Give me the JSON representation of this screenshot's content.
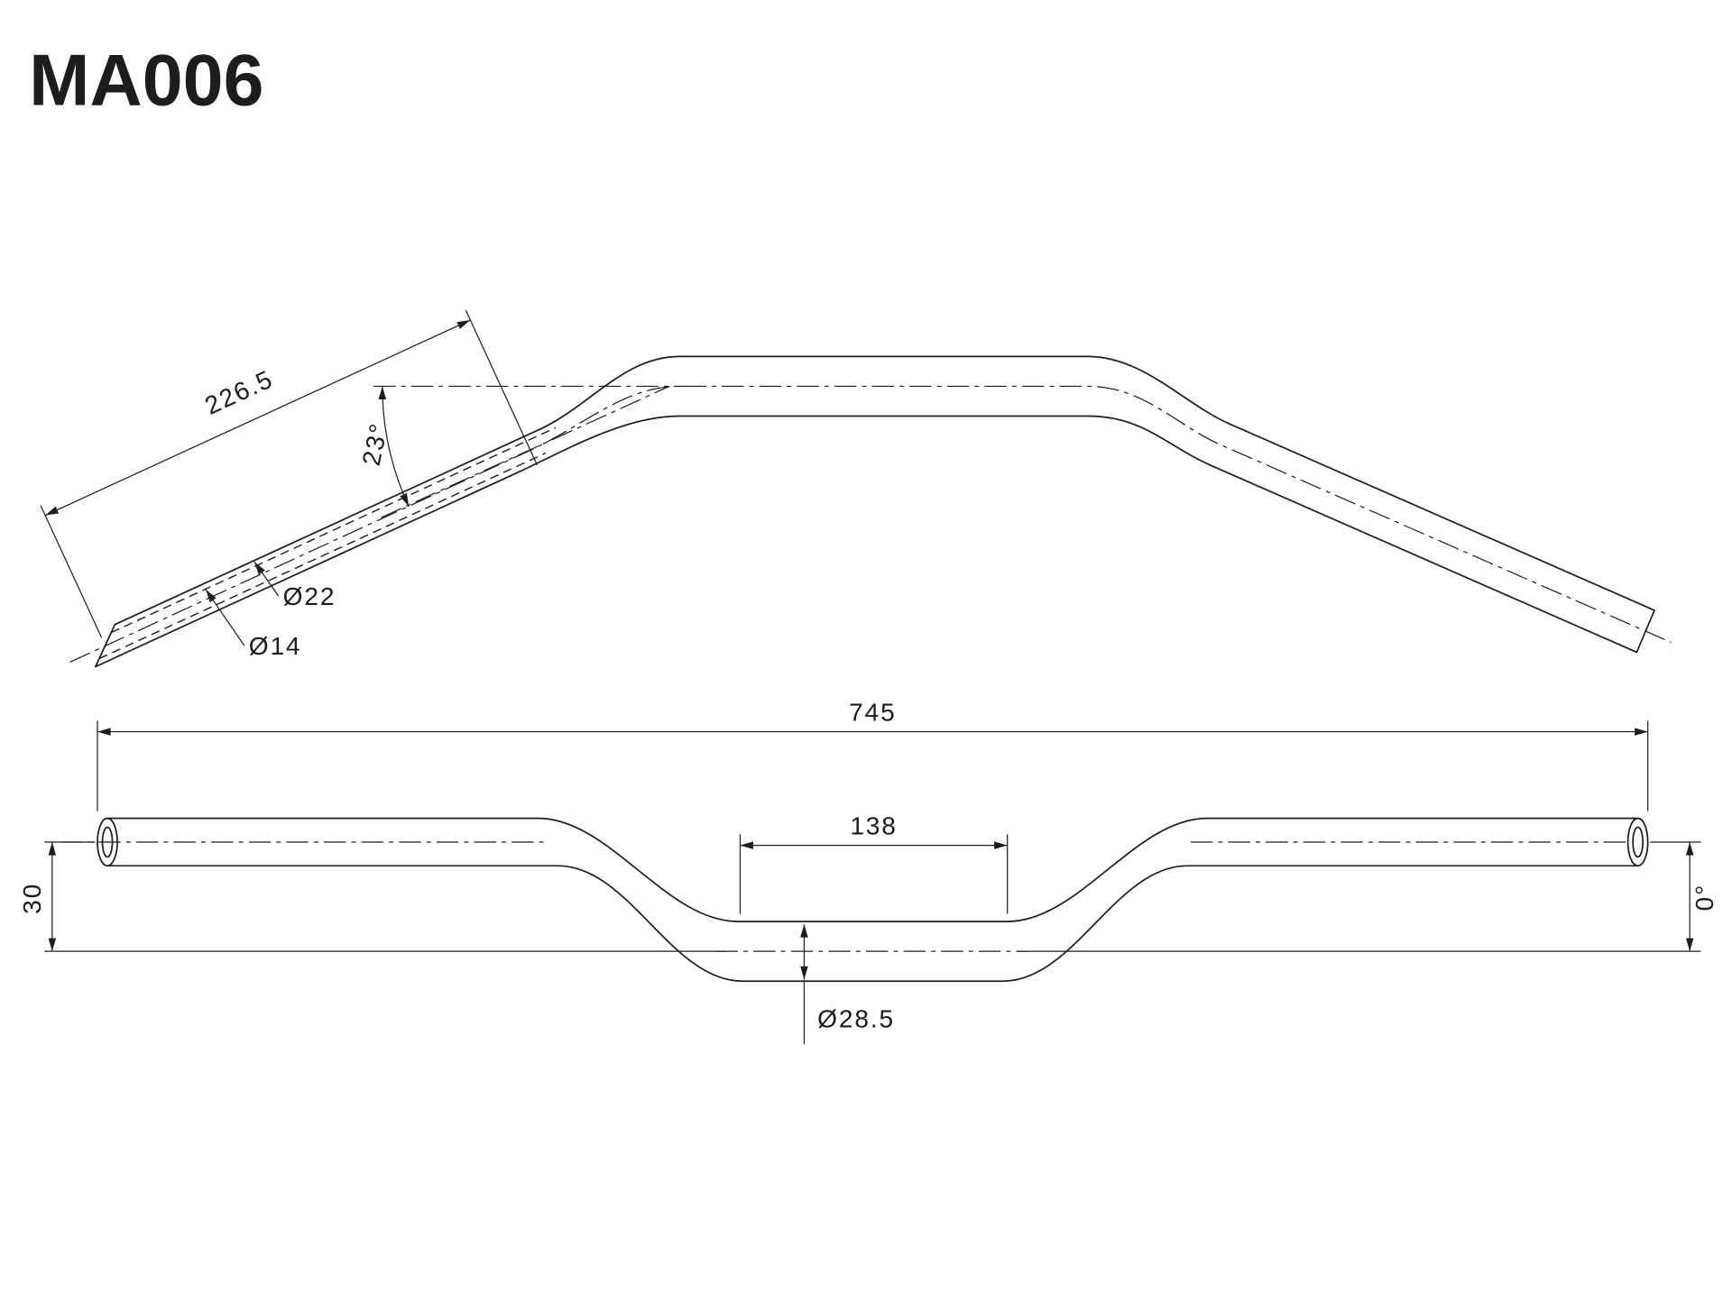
{
  "title": "MA006",
  "colors": {
    "line": "#1d1d1b",
    "background": "#ffffff"
  },
  "views": {
    "side": {
      "dims": {
        "grip_length": "226.5",
        "bend_angle": "23°",
        "outer_diameter": "Ø22",
        "bore_diameter": "Ø14"
      }
    },
    "front": {
      "dims": {
        "overall_width": "745",
        "clamp_width": "138",
        "rise": "30",
        "end_angle": "0°",
        "clamp_diameter": "Ø28.5"
      }
    }
  }
}
